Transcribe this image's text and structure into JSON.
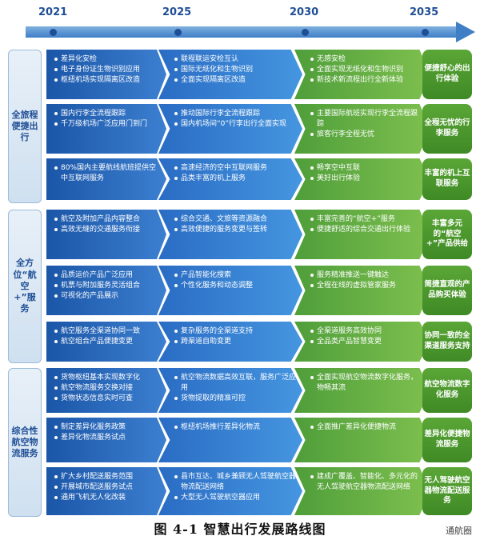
{
  "years": [
    "2021",
    "2025",
    "2030",
    "2035"
  ],
  "caption": "图 4-1 智慧出行发展路线图",
  "watermark": "通航圈",
  "sections": [
    {
      "label": "全旅程便捷出行",
      "rows": [
        {
          "s1": [
            "差异化安检",
            "电子身份证生物识别应用",
            "枢纽机场实现隔离区改造"
          ],
          "s2": [
            "联程联运安检互认",
            "国际无纸化和生物识别",
            "全面实现隔离区改造"
          ],
          "s3": [
            "无感安检",
            "全面实现无纸化和生物识别",
            "新技术新流程出行全新体验"
          ],
          "goal": "便捷舒心的出行体验"
        },
        {
          "s1": [
            "国内行李全流程跟踪",
            "千万级机场广泛应用门到门"
          ],
          "s2": [
            "推动国际行李全流程跟踪",
            "国内机场间“0”行李出行全面实现"
          ],
          "s3": [
            "主要国际航班实现行李全流程跟踪",
            "旅客行李全程无忧"
          ],
          "goal": "全程无忧的行李服务"
        },
        {
          "s1": [
            "80%国内主要航线航班提供空中互联网服务"
          ],
          "s2": [
            "高速经济的空中互联网服务",
            "品类丰富的机上服务"
          ],
          "s3": [
            "畅享空中互联",
            "美好出行体验"
          ],
          "goal": "丰富的机上互联服务"
        }
      ]
    },
    {
      "label": "全方位“航空+”服务",
      "rows": [
        {
          "s1": [
            "航空及附加产品内容整合",
            "高效无缝的交通服务衔接"
          ],
          "s2": [
            "综合交通、文旅等资源融合",
            "高效便捷的服务变更与签转"
          ],
          "s3": [
            "丰富完善的“航空+”服务",
            "便捷舒适的综合交通出行体验"
          ],
          "goal": "丰富多元的“航空+”产品供给"
        },
        {
          "s1": [
            "品质运价产品广泛应用",
            "机票与附加服务灵活组合",
            "可视化的产品展示"
          ],
          "s2": [
            "产品智能化搜索",
            "个性化服务和动态调整"
          ],
          "s3": [
            "服务精准推送一键触达",
            "全程在线的虚拟管家服务"
          ],
          "goal": "简捷直观的产品购买体验"
        },
        {
          "s1": [
            "航空服务全渠道协同一致",
            "航空组合产品便捷变更"
          ],
          "s2": [
            "复杂服务的全渠道支持",
            "跨渠道自助变更"
          ],
          "s3": [
            "全渠道服务高效协同",
            "全品类产品智慧变更"
          ],
          "goal": "协同一致的全渠道服务支持"
        }
      ]
    },
    {
      "label": "综合性航空物流服务",
      "rows": [
        {
          "s1": [
            "货物枢纽基本实现数字化",
            "航空物流服务交换对接",
            "货物状态信息实时可查"
          ],
          "s2": [
            "航空物流数据高效互联，服务广泛应用",
            "货物提取的精准可控"
          ],
          "s3": [
            "全面实现航空物流数字化服务，物畅其流"
          ],
          "goal": "航空物流数字化服务"
        },
        {
          "s1": [
            "制定差异化服务政策",
            "差异化物流服务试点"
          ],
          "s2": [
            "枢纽机场推行差异化物流"
          ],
          "s3": [
            "全面推广差异化便捷物流"
          ],
          "goal": "差异化便捷物流服务"
        },
        {
          "s1": [
            "扩大乡村配送服务范围",
            "开展城市配送服务试点",
            "通用飞机无人化改装"
          ],
          "s2": [
            "县市互达、城乡兼顾无人驾驶航空器物流配送网络",
            "大型无人驾驶航空器应用"
          ],
          "s3": [
            "建成广覆盖、智能化、多元化的无人驾驶航空器物流配送网络"
          ],
          "goal": "无人驾驶航空器物流配送服务"
        }
      ]
    }
  ]
}
